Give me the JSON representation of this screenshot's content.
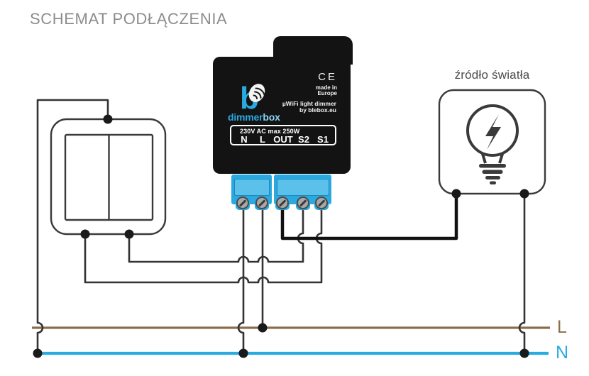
{
  "title": "SCHEMAT PODŁĄCZENIA",
  "device": {
    "logo_b": "b",
    "brand_dimmer": "dimmer",
    "brand_box": "box",
    "ce_mark": "CE",
    "made_in_line1": "made in",
    "made_in_line2": "Europe",
    "descr_line1": "µWiFi light dimmer",
    "descr_line2": "by blebox.eu",
    "rating": "230V AC max 250W",
    "terminals": [
      "N",
      "L",
      "OUT",
      "S2",
      "S1"
    ]
  },
  "light_source": {
    "label": "źródło światła"
  },
  "power_lines": {
    "l_label": "L",
    "n_label": "N"
  },
  "connections": [
    {
      "from": "terminal-N",
      "to": "line-N"
    },
    {
      "from": "terminal-L",
      "to": "line-L"
    },
    {
      "from": "terminal-OUT",
      "to": "light-source-left"
    },
    {
      "from": "terminal-S2",
      "to": "switch-right-pole"
    },
    {
      "from": "terminal-S1",
      "to": "switch-left-pole"
    },
    {
      "from": "switch-common-top",
      "to": "line-N"
    },
    {
      "from": "light-source-right",
      "to": "line-N"
    }
  ],
  "colors": {
    "accent_blue": "#2AA9E1",
    "brand_box_blue": "#8BD4F2",
    "terminal_blue": "#29A9E0",
    "terminal_blue_light": "#5CC1EA",
    "wire": "#333333",
    "wire_thick": "#111111",
    "line_l": "#8B6D4B",
    "line_n": "#29ABE2",
    "device_bg": "#131313",
    "title_gray": "#8C8C8C",
    "symbol_stroke": "#3A3A3A",
    "label_gray": "#4B4B4B"
  }
}
